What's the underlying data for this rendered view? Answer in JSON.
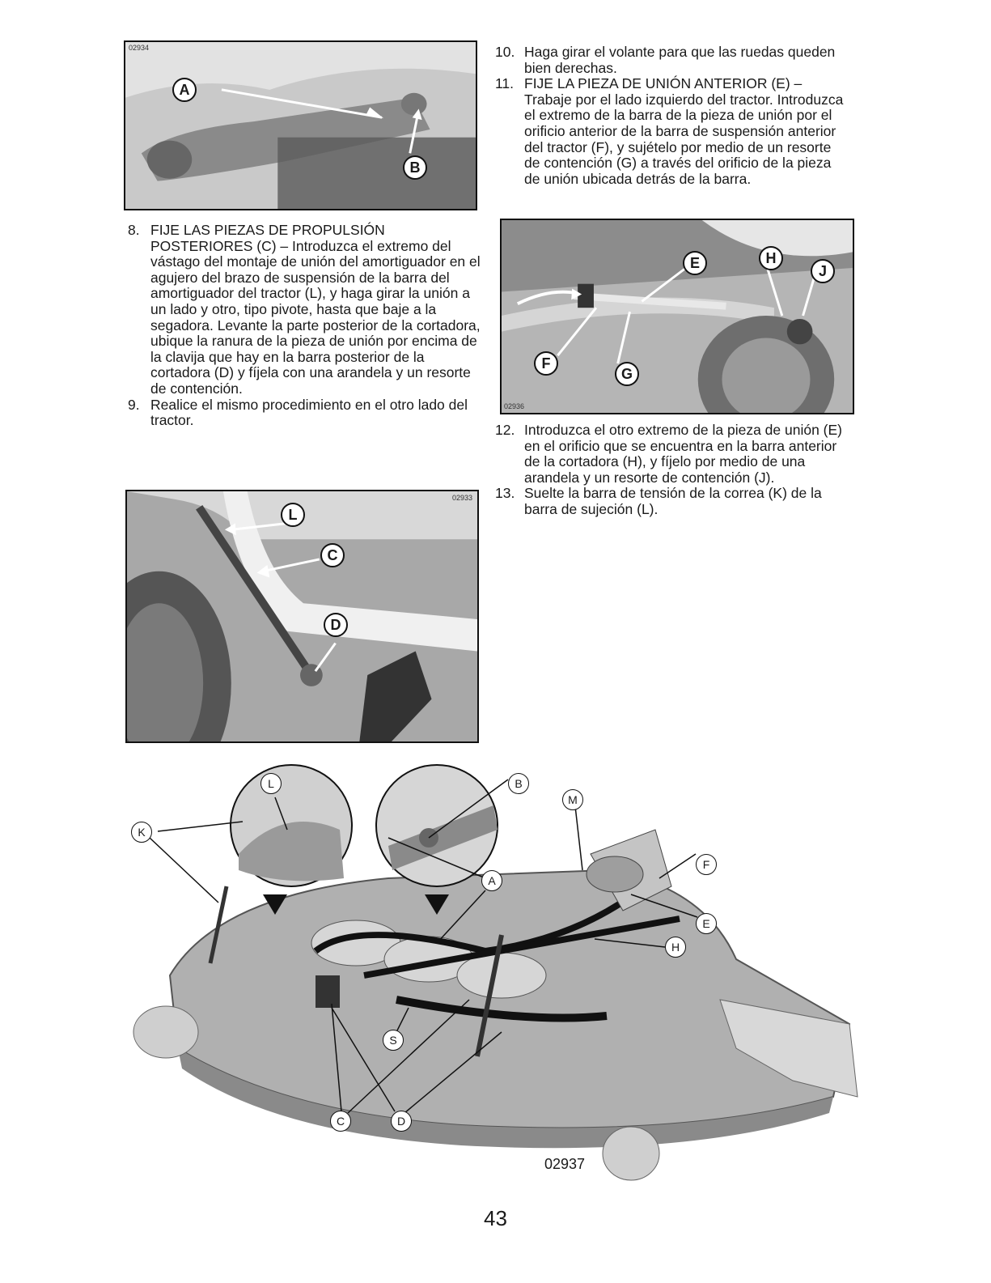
{
  "photo_top": {
    "labels": [
      "A",
      "B"
    ],
    "code": "02934"
  },
  "step8": {
    "number": "8.",
    "text": "FIJE LAS PIEZAS DE PROPULSIÓN POSTERIORES (C) – Introduzca el extremo del vástago del montaje de unión del amortiguador en el agujero del brazo de suspensión de la barra del amortiguador del tractor (L), y haga girar la unión a un lado y otro, tipo pivote, hasta que baje a la segadora. Levante la parte posterior de la cortadora, ubique la ranura de la pieza de unión por encima de la clavija que hay en la barra posterior de la cortadora (D) y fíjela con una arandela y un resorte de contención."
  },
  "step9": {
    "number": "9.",
    "text": "Realice el mismo procedimiento en el otro lado del tractor."
  },
  "photo_middle_left": {
    "labels": [
      "L",
      "C",
      "D"
    ],
    "code": "02933"
  },
  "step10": {
    "number": "10.",
    "text": "Haga girar el volante para que las ruedas queden bien derechas."
  },
  "step11": {
    "number": "11.",
    "title": "FIJE LA PIEZA DE UNIÓN ANTERIOR (E)",
    "text": "– Trabaje por el lado izquierdo del tractor. Introduzca el extremo de la barra de la pieza de unión por el orificio anterior de la barra de suspensión anterior del tractor (F), y sujételo por medio de un resorte de contención (G) a través del orificio de la pieza de unión ubicada detrás de la barra."
  },
  "photo_right": {
    "labels": [
      "E",
      "H",
      "J",
      "F",
      "G"
    ],
    "code": "02936"
  },
  "step12": {
    "number": "12.",
    "text": "Introduzca el otro extremo de la pieza de unión (E) en el orificio que se encuentra en la barra anterior de la cortadora (H), y fíjelo por medio de una arandela y un resorte de contención (J)."
  },
  "step13": {
    "number": "13.",
    "text": "Suelte la barra de tensión de la correa (K) de la barra de sujeción (L)."
  },
  "diagram": {
    "labels": {
      "L": "L",
      "K": "K",
      "B": "B",
      "M": "M",
      "F": "F",
      "A": "A",
      "E": "E",
      "H": "H",
      "S": "S",
      "C": "C",
      "D": "D"
    },
    "code": "02937"
  },
  "page_number": "43"
}
